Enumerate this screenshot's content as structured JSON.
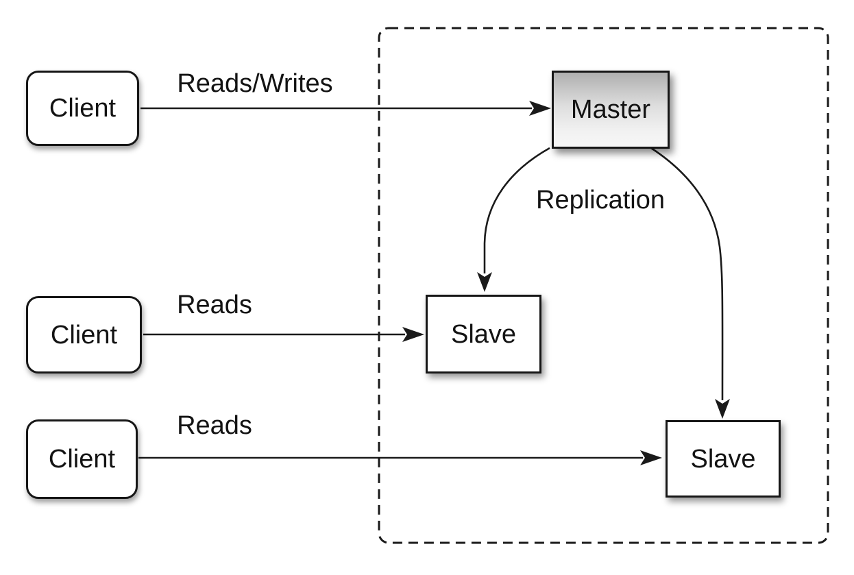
{
  "diagram": {
    "nodes": {
      "clients": [
        {
          "label": "Client"
        },
        {
          "label": "Client"
        },
        {
          "label": "Client"
        }
      ],
      "master": {
        "label": "Master"
      },
      "slaves": [
        {
          "label": "Slave"
        },
        {
          "label": "Slave"
        }
      ]
    },
    "edges": [
      {
        "from": "client-1",
        "to": "master",
        "label": "Reads/Writes"
      },
      {
        "from": "client-2",
        "to": "slave-1",
        "label": "Reads"
      },
      {
        "from": "client-3",
        "to": "slave-2",
        "label": "Reads"
      },
      {
        "from": "master",
        "to": [
          "slave-1",
          "slave-2"
        ],
        "label": "Replication"
      }
    ],
    "boundary": {
      "style": "dashed",
      "contains": [
        "master",
        "slave-1",
        "slave-2"
      ]
    },
    "colors": {
      "background": "#ffffff",
      "stroke": "#1a1a1a",
      "node_fill": "#ffffff",
      "master_gradient_top": "#afafaf",
      "master_gradient_bottom": "#f7f7f7",
      "text": "#131313"
    }
  }
}
